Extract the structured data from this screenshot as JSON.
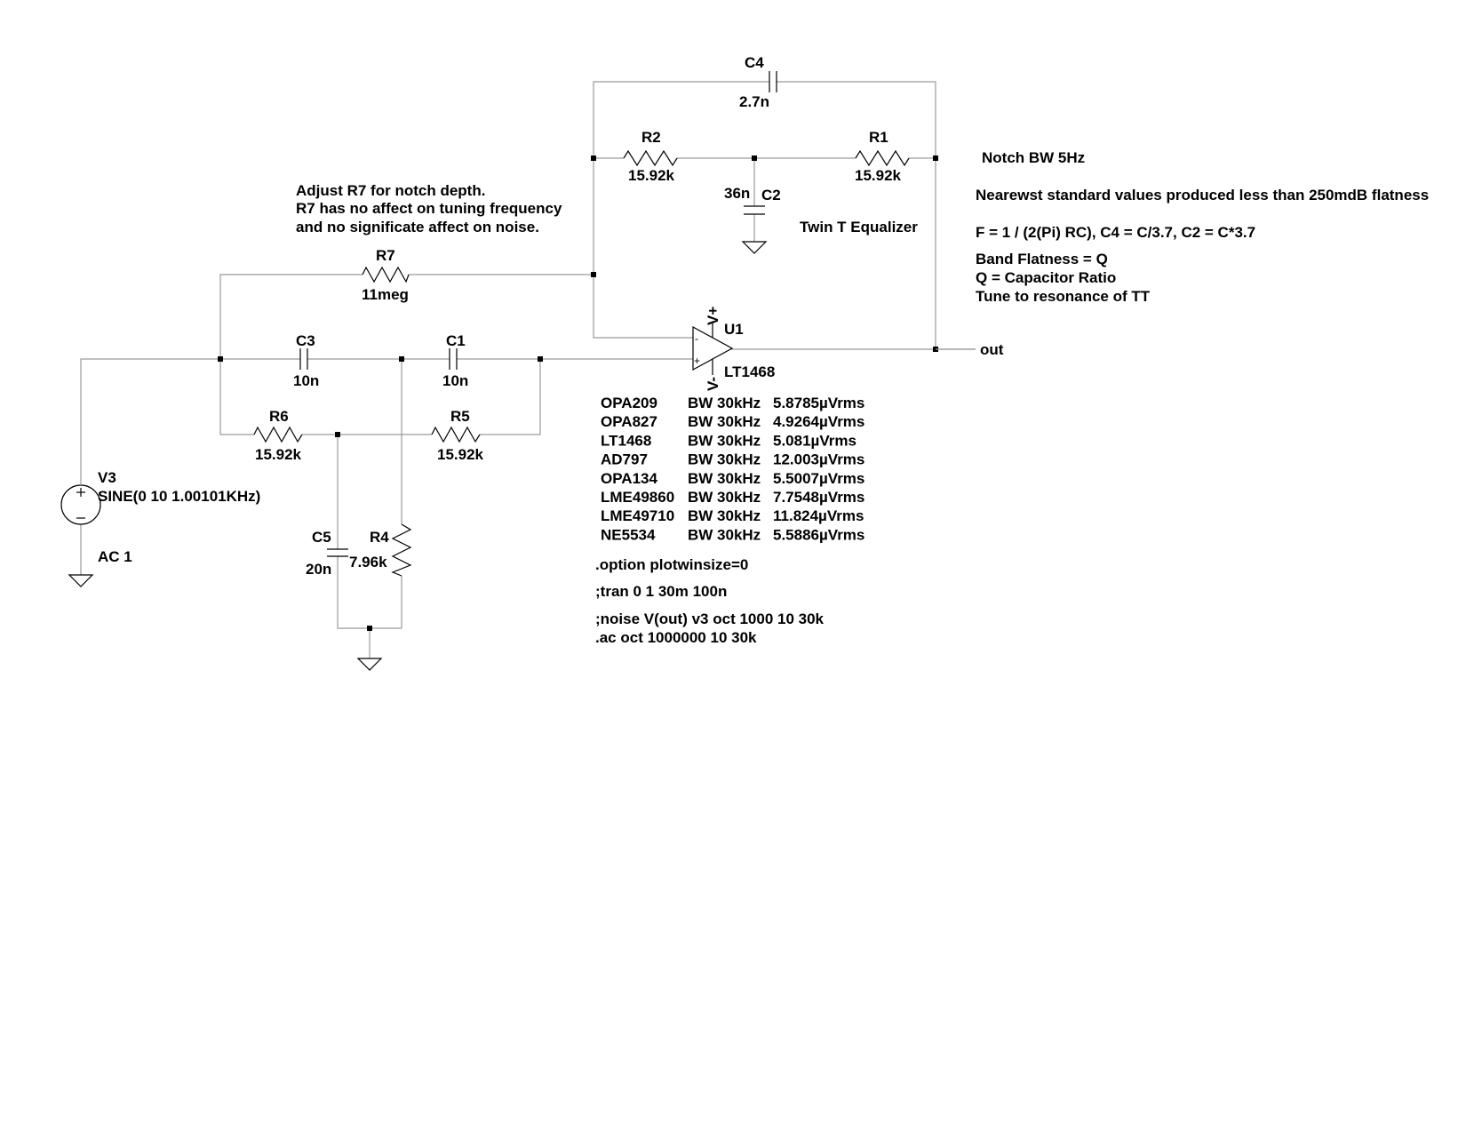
{
  "components": {
    "C4": {
      "name": "C4",
      "value": "2.7n"
    },
    "R2": {
      "name": "R2",
      "value": "15.92k"
    },
    "R1": {
      "name": "R1",
      "value": "15.92k"
    },
    "C2": {
      "name": "C2",
      "value": "36n"
    },
    "R7": {
      "name": "R7",
      "value": "11meg"
    },
    "C3": {
      "name": "C3",
      "value": "10n"
    },
    "C1": {
      "name": "C1",
      "value": "10n"
    },
    "R6": {
      "name": "R6",
      "value": "15.92k"
    },
    "R5": {
      "name": "R5",
      "value": "15.92k"
    },
    "C5": {
      "name": "C5",
      "value": "20n"
    },
    "R4": {
      "name": "R4",
      "value": "7.96k"
    },
    "V3": {
      "name": "V3",
      "value": "SINE(0 10 1.00101KHz)",
      "ac": "AC 1"
    },
    "U1": {
      "name": "U1",
      "value": "LT1468",
      "vplus": "V+",
      "vminus": "V-"
    }
  },
  "net_label_out": "out",
  "notes": {
    "r7_comment": [
      "Adjust R7 for notch depth.",
      "R7 has no affect on tuning frequency",
      "and no significate affect on noise."
    ],
    "twin_t": "Twin T Equalizer",
    "notch_bw": "Notch BW 5Hz",
    "standard_values": "Nearewst standard values produced less than 250mdB flatness",
    "formula": "F = 1 / (2(Pi) RC),    C4 = C/3.7, C2 = C*3.7",
    "band_flatness": "Band Flatness = Q",
    "q_ratio": "Q = Capacitor Ratio",
    "tune": "Tune to resonance of TT"
  },
  "opamp_noise_table": [
    {
      "part": "OPA209",
      "bw": "BW 30kHz",
      "noise": "5.8785µVrms"
    },
    {
      "part": "OPA827",
      "bw": "BW 30kHz",
      "noise": "4.9264µVrms"
    },
    {
      "part": "LT1468",
      "bw": "BW 30kHz",
      "noise": "5.081µVrms"
    },
    {
      "part": "AD797",
      "bw": "BW 30kHz",
      "noise": "12.003µVrms"
    },
    {
      "part": "OPA134",
      "bw": "BW 30kHz",
      "noise": "5.5007µVrms"
    },
    {
      "part": "LME49860",
      "bw": "BW 30kHz",
      "noise": "7.7548µVrms"
    },
    {
      "part": "LME49710",
      "bw": "BW 30kHz",
      "noise": "11.824µVrms"
    },
    {
      "part": "NE5534",
      "bw": "BW 30kHz",
      "noise": "5.5886µVrms"
    }
  ],
  "directives": [
    ".option plotwinsize=0",
    ";tran 0 1 30m 100n",
    ";noise V(out) v3 oct 1000 10 30k",
    ".ac oct 1000000 10 30k"
  ]
}
